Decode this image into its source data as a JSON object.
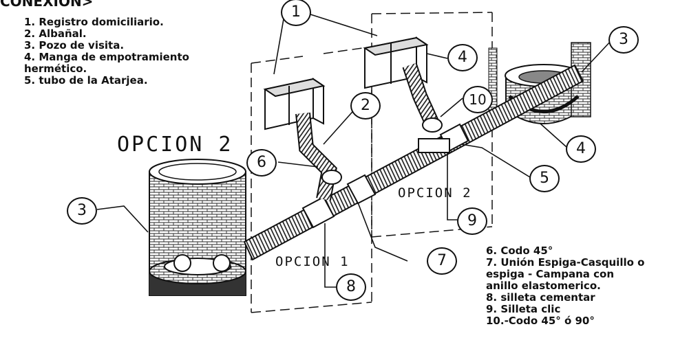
{
  "title_fragment": "CONEXIÓN>",
  "legend_top": [
    "1. Registro domiciliario.",
    "2. Albañal.",
    "3. Pozo de visita.",
    "4. Manga de   empotramiento",
    "hermético.",
    "5. tubo de la Atarjea."
  ],
  "legend_bottom": [
    "6. Codo 45°",
    "7. Unión Espiga-Casquillo o",
    "espiga - Campana con",
    "anillo elastomerico.",
    "8. silleta cementar",
    "9. Silleta clic",
    "10.-Codo 45° ó 90°"
  ],
  "option_labels": {
    "opcion2_big": "OPCION 2",
    "opcion2_box": "OPCION 2",
    "opcion1_box": "OPCION 1"
  },
  "callouts": [
    "1",
    "2",
    "3",
    "3",
    "4",
    "4",
    "5",
    "6",
    "7",
    "8",
    "9",
    "10"
  ]
}
